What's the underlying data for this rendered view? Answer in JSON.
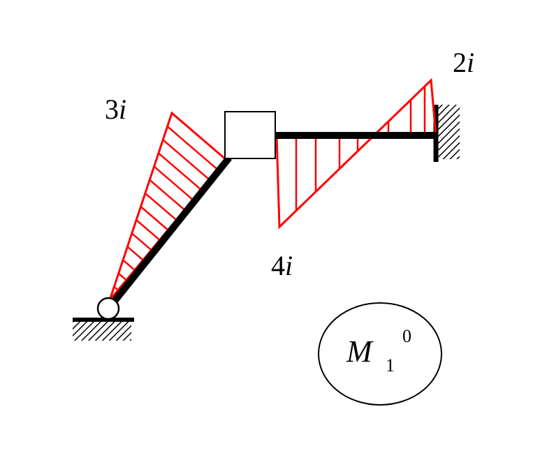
{
  "labels": {
    "left_member": {
      "coef": "3",
      "var": "i"
    },
    "top_right": {
      "coef": "2",
      "var": "i"
    },
    "beam_left": {
      "coef": "4",
      "var": "i"
    }
  },
  "moment_symbol": {
    "base": "M",
    "subscript": "1",
    "superscript": "0"
  },
  "colors": {
    "diagram": "#ff0000",
    "structure": "#000000"
  }
}
